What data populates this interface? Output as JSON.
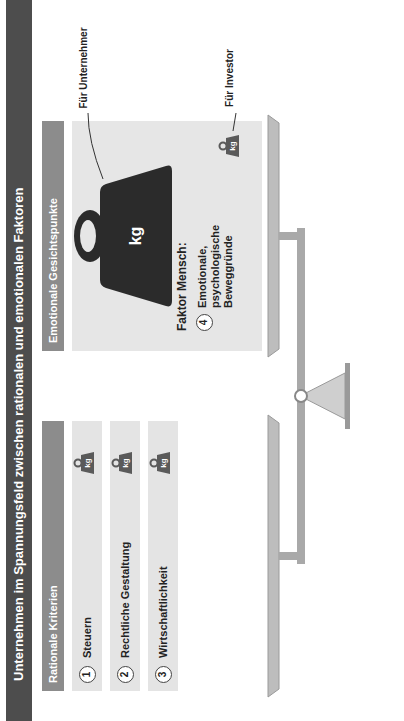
{
  "diagram": {
    "title": "Unternehmen im Spannungsfeld zwischen rationalen und emotionalen Faktoren",
    "nodes": [
      {
        "text": [
          "Rationale Kriterien"
        ]
      },
      {
        "text": [
          "1",
          "Steuern"
        ]
      },
      {
        "text": [
          "2",
          "Rechtliche Gestaltung"
        ]
      },
      {
        "text": [
          "3",
          "Wirtschaftlichkeit"
        ]
      },
      {
        "text": [
          "Emotionale Gesichtspunkte"
        ]
      },
      {
        "text": [
          "Faktor Mensch:",
          "4",
          "Emotionale, psychologische Beweggründe"
        ]
      }
    ],
    "labels": [
      "kg",
      "kg",
      "kg",
      "kg",
      "Für Unternehmer",
      "kg",
      "Für Investor"
    ]
  }
}
